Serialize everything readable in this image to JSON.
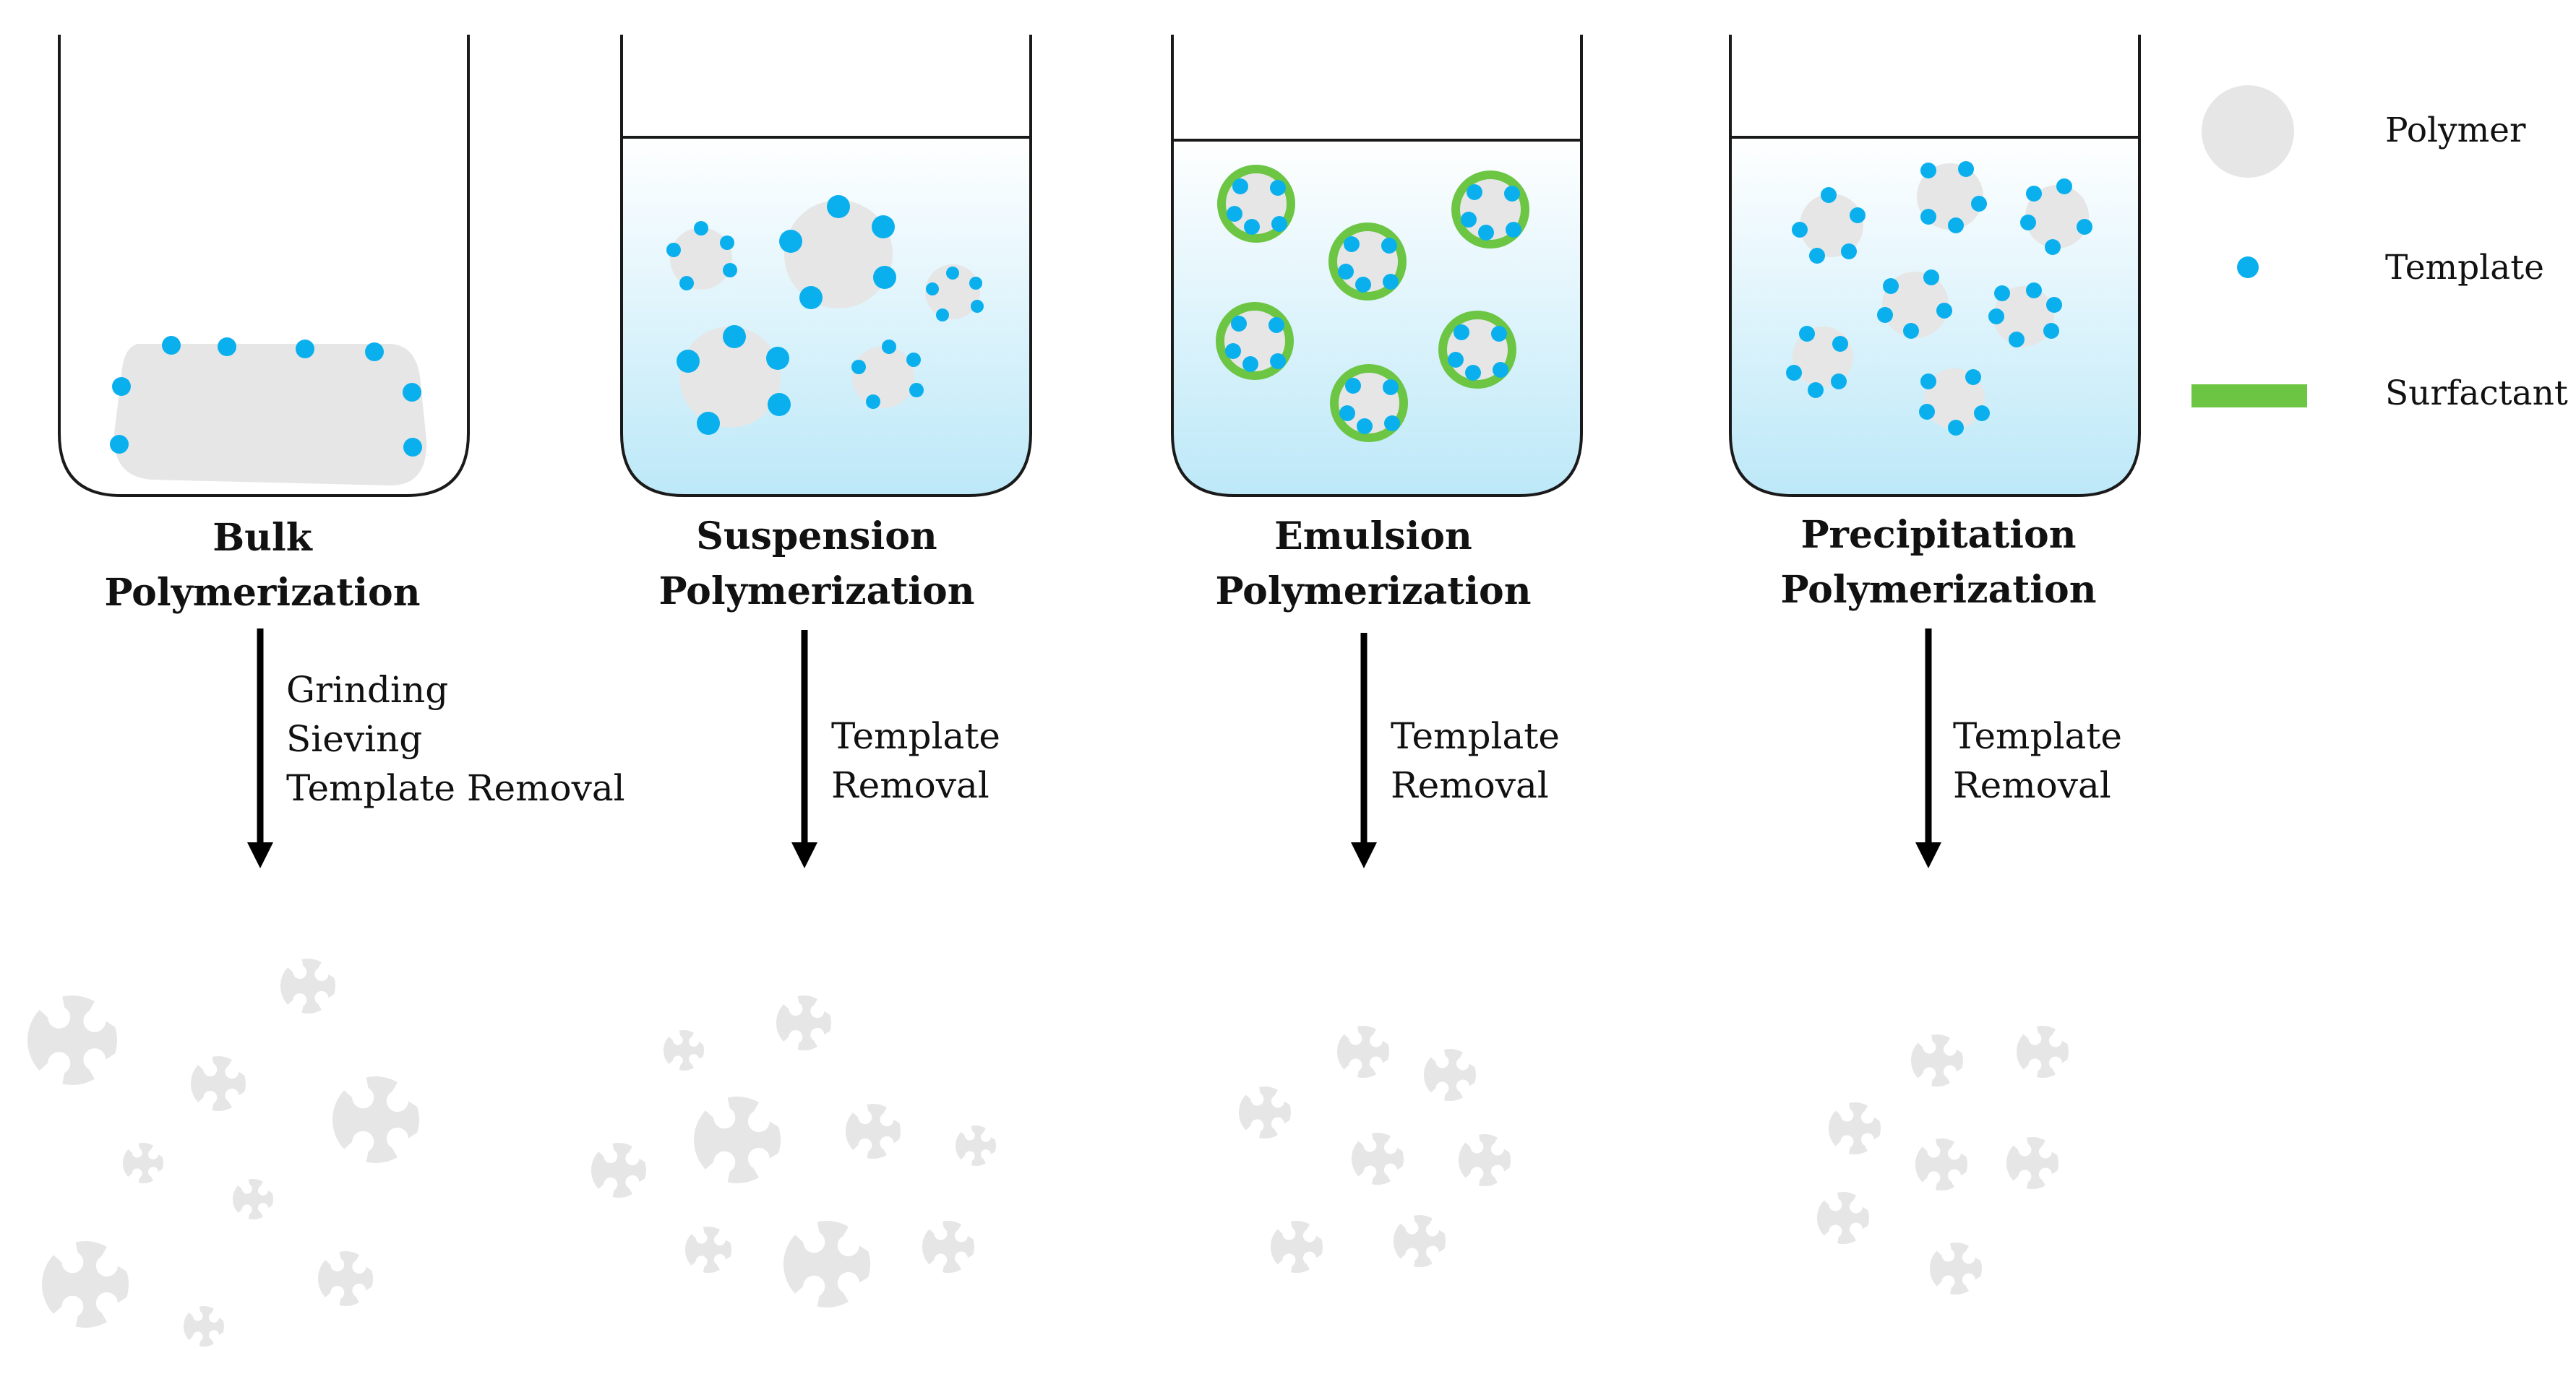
{
  "colors": {
    "polymer": "#e6e6e6",
    "template": "#0ab0ee",
    "surfactant": "#6cc644",
    "solvent_top": "#ffffff",
    "solvent_bottom": "#bce8f8",
    "outline": "#1a1a1a",
    "arrow": "#000000"
  },
  "columns": [
    {
      "title_line1": "Bulk",
      "title_line2": "Polymerization",
      "steps": [
        "Grinding",
        "Sieving",
        "Template Removal"
      ]
    },
    {
      "title_line1": "Suspension",
      "title_line2": "Polymerization",
      "steps": [
        "Template",
        "Removal"
      ]
    },
    {
      "title_line1": "Emulsion",
      "title_line2": "Polymerization",
      "steps": [
        "Template",
        "Removal"
      ]
    },
    {
      "title_line1": "Precipitation",
      "title_line2": "Polymerization",
      "steps": [
        "Template",
        "Removal"
      ]
    }
  ],
  "legend": [
    {
      "label": "Polymer",
      "icon": "polymer-blob-icon"
    },
    {
      "label": "Template",
      "icon": "template-dot-icon"
    },
    {
      "label": "Surfactant",
      "icon": "surfactant-bar-icon"
    }
  ]
}
